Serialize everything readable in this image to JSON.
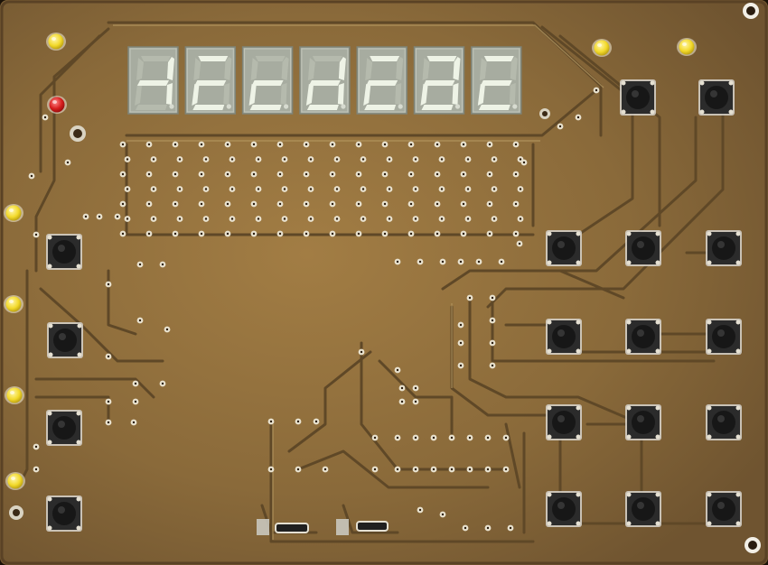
{
  "board": {
    "colors": {
      "substrate": "#8a6a3a",
      "substrate_light": "#a58349",
      "trace": "#5f4827",
      "trace_light": "#b69a62",
      "pad": "#e9e2cf",
      "hole": "#2a1d10",
      "display_body": "#a7aca0",
      "display_seg_on": "#eef3e6",
      "button_base": "#d7d4cc",
      "button_cap": "#171717",
      "led_yellow": "#f2d92a",
      "led_red": "#d61d1d"
    },
    "display": {
      "digit_count": 7,
      "segments_lit": [
        "bcg",
        "adeg",
        "deg",
        "bcdeg",
        "adeg",
        "abcdeg",
        "adeg"
      ]
    },
    "buttons": {
      "left_column_count": 4,
      "top_right_count": 2,
      "keypad_rows": 4,
      "keypad_cols": 3
    },
    "leds": {
      "yellow_count": 7,
      "red_count": 1
    }
  }
}
